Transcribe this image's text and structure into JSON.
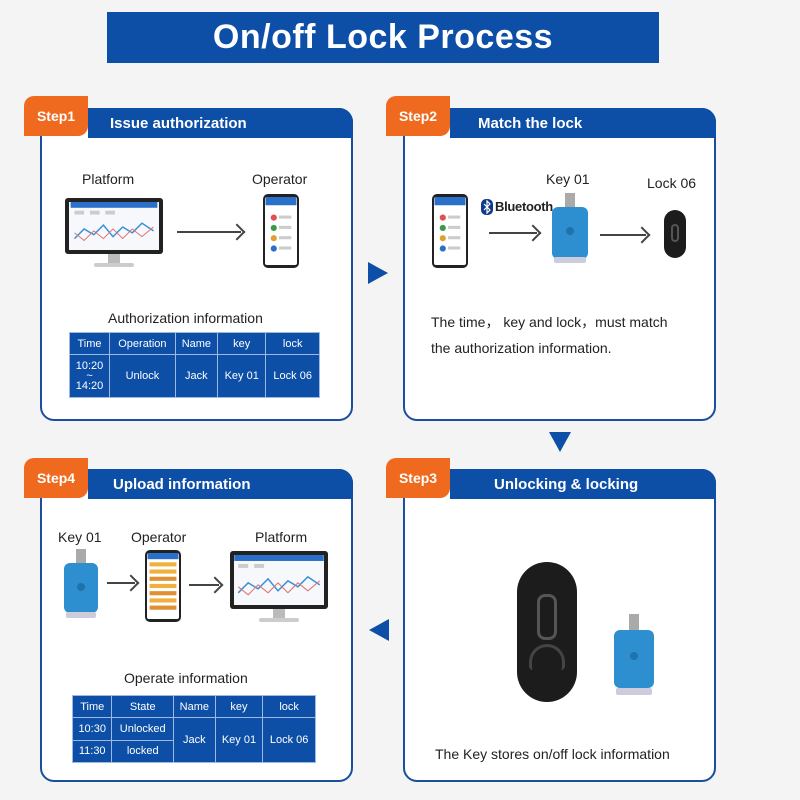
{
  "title": "On/off Lock Process",
  "steps": {
    "s1": {
      "tag": "Step1",
      "header": "Issue authorization",
      "platform_label": "Platform",
      "operator_label": "Operator",
      "table_title": "Authorization information",
      "table": {
        "headers": [
          "Time",
          "Operation",
          "Name",
          "key",
          "lock"
        ],
        "time_start": "10:20",
        "time_sep": "~",
        "time_end": "14:20",
        "operation": "Unlock",
        "name": "Jack",
        "key": "Key 01",
        "lock": "Lock 06"
      }
    },
    "s2": {
      "tag": "Step2",
      "header": "Match the lock",
      "bluetooth_label": "Bluetooth",
      "key_label": "Key 01",
      "lock_label": "Lock 06",
      "desc_line1": "The time， key and lock，must match",
      "desc_line2": "the authorization information."
    },
    "s3": {
      "tag": "Step3",
      "header": "Unlocking &  locking",
      "caption": "The Key stores on/off lock information"
    },
    "s4": {
      "tag": "Step4",
      "header": "Upload information",
      "key_label": "Key 01",
      "operator_label": "Operator",
      "platform_label": "Platform",
      "table_title": "Operate information",
      "table": {
        "headers": [
          "Time",
          "State",
          "Name",
          "key",
          "lock"
        ],
        "rows": [
          {
            "time": "10:30",
            "state": "Unlocked"
          },
          {
            "time": "11:30",
            "state": "locked"
          }
        ],
        "name": "Jack",
        "key": "Key 01",
        "lock": "Lock 06"
      }
    }
  },
  "colors": {
    "brand_blue": "#0d4ea6",
    "step_orange": "#ef6a1e",
    "key_blue": "#2e8fd0"
  },
  "icons": [
    "monitor-icon",
    "phone-icon",
    "bluetooth-icon",
    "key-device-icon",
    "lock-device-icon",
    "arrow-right-icon",
    "triangle-arrow-icon"
  ]
}
